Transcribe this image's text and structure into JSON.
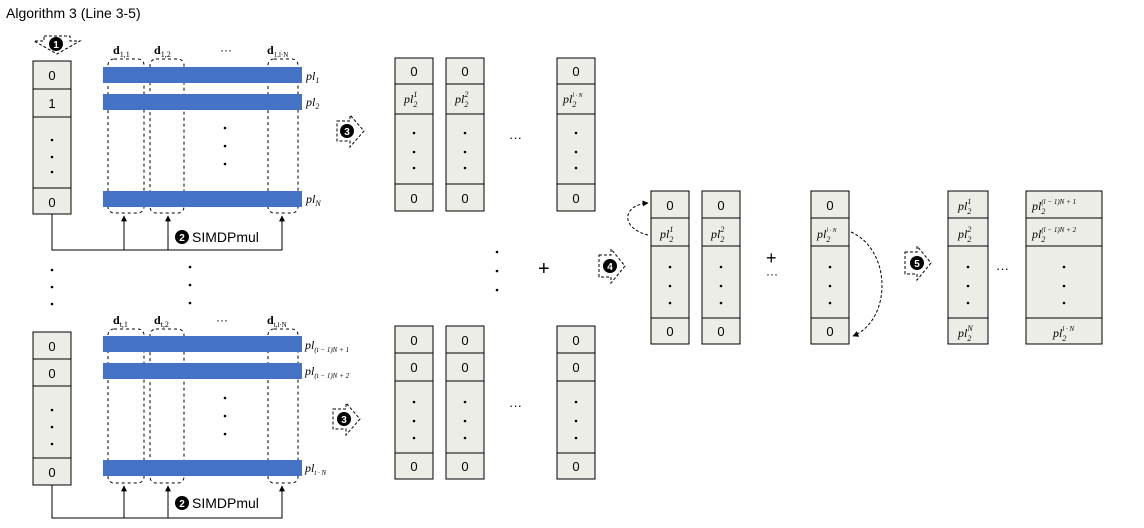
{
  "title": "Algorithm 3 (Line 3-5)",
  "colors": {
    "bar": "#4472C4",
    "cell_fill": "#EDEDE8",
    "badge": "#000000"
  },
  "steps": {
    "s1": "1",
    "s2": "2",
    "s3": "3",
    "s4": "4",
    "s5": "5"
  },
  "simd_label": "SIMDPmul",
  "ellipsis": "···",
  "plus": "+",
  "top_block": {
    "vector_cells": [
      "0",
      "1",
      "0"
    ],
    "columns": {
      "c1": {
        "d": "d",
        "sub": "1,1"
      },
      "c2": {
        "d": "d",
        "sub": "1,2"
      },
      "c3": {
        "d": "d",
        "sub": "1,l·N"
      }
    },
    "bars": {
      "b1": {
        "base": "pl",
        "sub": "1"
      },
      "b2": {
        "base": "pl",
        "sub": "2"
      },
      "b3": {
        "base": "pl",
        "sub": "N"
      }
    },
    "result_zero": "0",
    "result_pl": {
      "r1": {
        "base": "pl",
        "sub": "2",
        "sup": "1"
      },
      "r2": {
        "base": "pl",
        "sub": "2",
        "sup": "2"
      },
      "r3": {
        "base": "pl",
        "sub": "2",
        "sup": "l · N"
      }
    }
  },
  "bottom_block": {
    "vector_cells": [
      "0",
      "0",
      "0"
    ],
    "columns": {
      "c1": {
        "d": "d",
        "sub": "t,1"
      },
      "c2": {
        "d": "d",
        "sub": "t,2"
      },
      "c3": {
        "d": "d",
        "sub": "t,l·N"
      }
    },
    "bars": {
      "b1": {
        "base": "pl",
        "sub": "(t − 1)N + 1"
      },
      "b2": {
        "base": "pl",
        "sub": "(t − 1)N + 2"
      },
      "b3": {
        "base": "pl",
        "sub": "t · N"
      }
    },
    "result_zero": "0"
  },
  "shift_vectors": {
    "v1": {
      "base": "pl",
      "sub": "2",
      "sup": "1"
    },
    "v2": {
      "base": "pl",
      "sub": "2",
      "sup": "2"
    },
    "v3": {
      "base": "pl",
      "sub": "2",
      "sup": "l · N"
    }
  },
  "final_vectors": {
    "f1": {
      "base": "pl",
      "sub": "2",
      "sup": "1"
    },
    "f2": {
      "base": "pl",
      "sub": "2",
      "sup": "2"
    },
    "f3": {
      "base": "pl",
      "sub": "2",
      "sup": "N"
    },
    "g1": {
      "base": "pl",
      "sub": "2",
      "sup": "(l − 1)N + 1"
    },
    "g2": {
      "base": "pl",
      "sub": "2",
      "sup": "(l − 1)N + 2"
    },
    "g3": {
      "base": "pl",
      "sub": "2",
      "sup": "l · N"
    }
  }
}
